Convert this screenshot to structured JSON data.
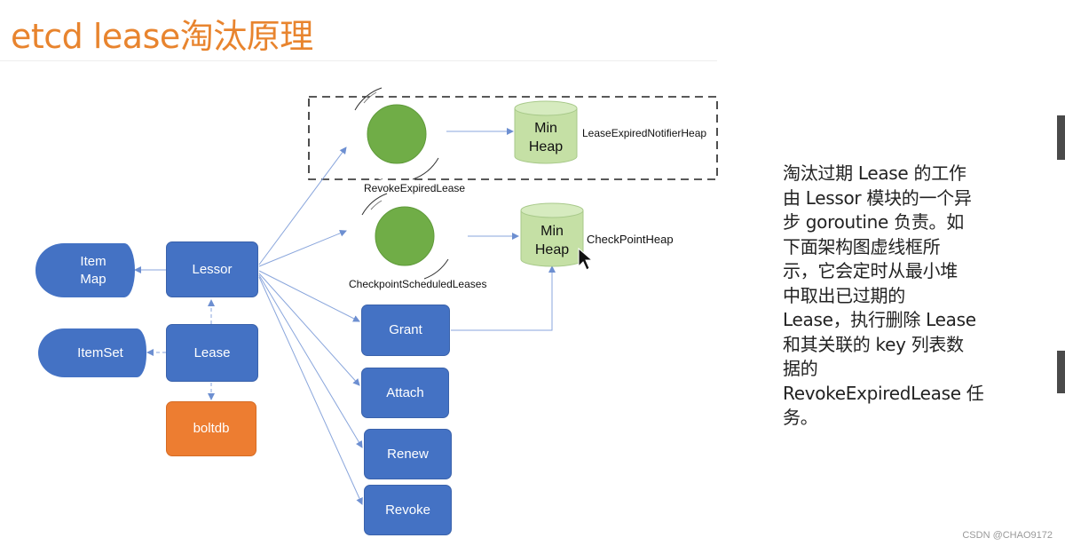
{
  "title": "etcd lease淘汰原理",
  "diagram": {
    "nodes": {
      "item_map": "Item\nMap",
      "lessor": "Lessor",
      "itemset": "ItemSet",
      "lease": "Lease",
      "boltdb": "boltdb",
      "grant": "Grant",
      "attach": "Attach",
      "renew": "Renew",
      "revoke": "Revoke",
      "heap_top": "Min\nHeap",
      "heap_mid": "Min\nHeap"
    },
    "captions": {
      "revoke_expired": "RevokeExpiredLease",
      "checkpoint_scheduled": "CheckpointScheduledLeases",
      "lease_expired_heap": "LeaseExpiredNotifierHeap",
      "checkpoint_heap": "CheckPointHeap"
    },
    "colors": {
      "blue": "#4472c4",
      "orange": "#ed7d31",
      "green_circle": "#70ad47",
      "heap_green": "#c5e0a5",
      "arrow": "#6d8fd1",
      "title": "#e8842e"
    }
  },
  "description": [
    "淘汰过期 Lease 的工作",
    "由 Lessor 模块的一个异",
    "步 goroutine 负责。如",
    "下面架构图虚线框所",
    "示，它会定时从最小堆",
    "中取出已过期的",
    "Lease，执行删除 Lease",
    "和其关联的 key 列表数",
    "据的",
    "RevokeExpiredLease 任",
    "务。"
  ],
  "watermark": "CSDN @CHAO9172"
}
